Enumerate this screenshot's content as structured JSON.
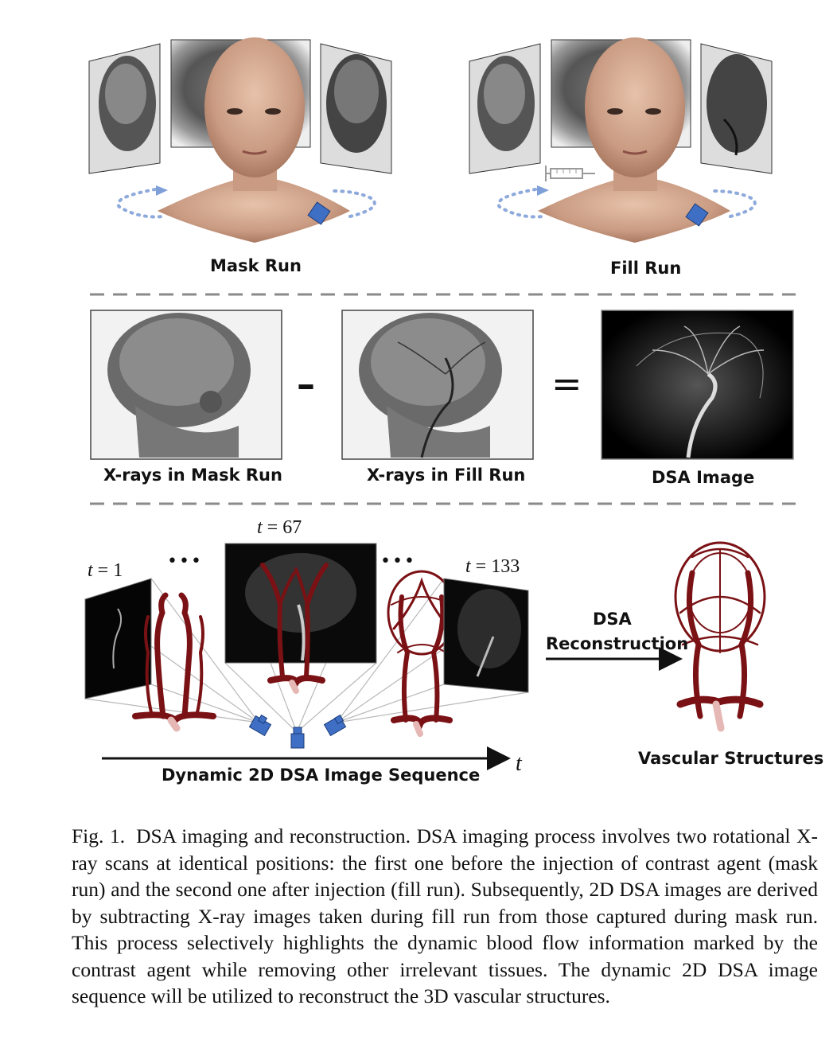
{
  "labels": {
    "mask_run": "Mask Run",
    "fill_run": "Fill Run",
    "xray_mask": "X-rays in Mask Run",
    "xray_fill": "X-rays in Fill Run",
    "dsa_image": "DSA Image",
    "dsa_reconstruction_1": "DSA",
    "dsa_reconstruction_2": "Reconstruction",
    "vascular_structures": "Vascular Structures",
    "sequence": "Dynamic 2D DSA Image Sequence"
  },
  "operators": {
    "minus": "–",
    "equals": "="
  },
  "time_labels": {
    "var": "t",
    "eq": "=",
    "t1": "1",
    "t67": "67",
    "t133": "133",
    "axis": "t",
    "ellipsis": "•••"
  },
  "caption": {
    "fig": "Fig. 1.",
    "text": "DSA imaging and reconstruction. DSA imaging process involves two rotational X-ray scans at identical positions: the first one before the injection of contrast agent (mask run) and the second one after injection (fill run). Subsequently, 2D DSA images are derived by subtracting X-ray images taken during fill run from those captured during mask run. This process selectively highlights the dynamic blood flow information marked by the contrast agent while removing other irrelevant tissues. The dynamic 2D DSA image sequence will be utilized to reconstruct the 3D vascular structures."
  },
  "colors": {
    "vessel": "#7a1114",
    "skin": "#c99b82",
    "camera": "#3f6fc4",
    "orbit": "#8ea9dc",
    "dashed_rule": "#8a8a8a"
  }
}
